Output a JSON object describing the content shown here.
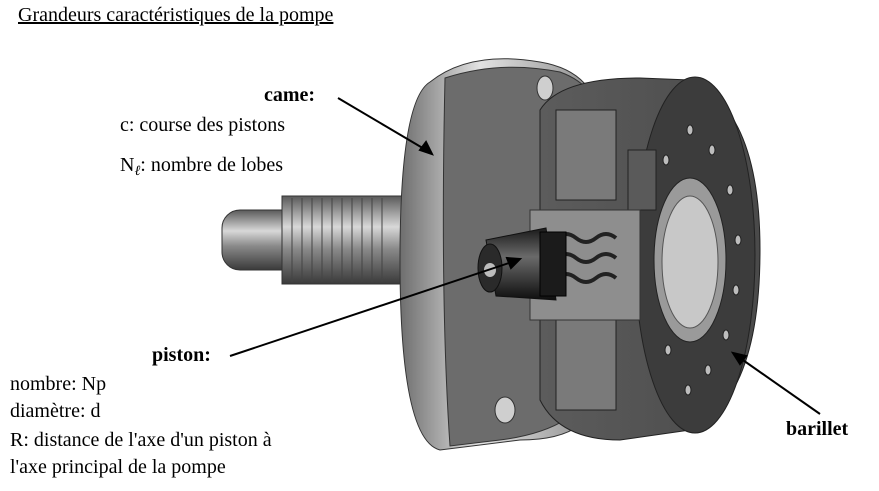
{
  "title": "Grandeurs caractéristiques de la pompe",
  "came": {
    "label": "came:",
    "course": "c: course des pistons",
    "lobes_prefix": "N",
    "lobes_sub": "ℓ",
    "lobes_rest": ": nombre de lobes"
  },
  "piston": {
    "label": "piston:",
    "nombre": "nombre: Np",
    "diametre": "diamètre: d",
    "distance_line1": "R: distance de l'axe d'un piston à",
    "distance_line2": "l'axe principal de la pompe"
  },
  "barillet": {
    "label": "barillet"
  }
}
